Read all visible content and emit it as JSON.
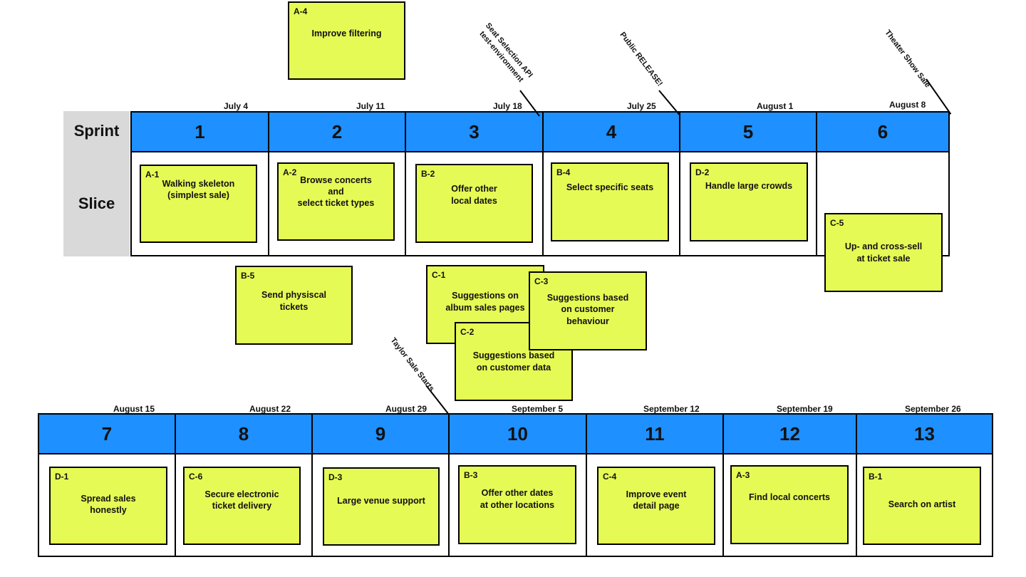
{
  "row_labels": {
    "sprint": "Sprint",
    "slice": "Slice"
  },
  "top_row": {
    "sprints": [
      {
        "number": "1",
        "date": "July 4"
      },
      {
        "number": "2",
        "date": "July 11"
      },
      {
        "number": "3",
        "date": "July 18"
      },
      {
        "number": "4",
        "date": "July 25"
      },
      {
        "number": "5",
        "date": "August 1"
      },
      {
        "number": "6",
        "date": "August 8"
      }
    ]
  },
  "bottom_row": {
    "sprints": [
      {
        "number": "7",
        "date": "August 15"
      },
      {
        "number": "8",
        "date": "August 22"
      },
      {
        "number": "9",
        "date": "August 29"
      },
      {
        "number": "10",
        "date": "September 5"
      },
      {
        "number": "11",
        "date": "September 12"
      },
      {
        "number": "12",
        "date": "September 19"
      },
      {
        "number": "13",
        "date": "September 26"
      }
    ]
  },
  "milestones": [
    {
      "text": "Seat Selection API\ntest-environment"
    },
    {
      "text": "Public RELEASE!"
    },
    {
      "text": "Theater Show Sale"
    },
    {
      "text": "Taylor Sale Starts"
    }
  ],
  "stickies": [
    {
      "code": "A-4",
      "text": "Improve filtering"
    },
    {
      "code": "A-1",
      "text": "Walking skeleton\n(simplest sale)"
    },
    {
      "code": "A-2",
      "text": "Browse concerts\nand\nselect ticket types"
    },
    {
      "code": "B-2",
      "text": "Offer other\nlocal dates"
    },
    {
      "code": "B-4",
      "text": "Select specific seats"
    },
    {
      "code": "D-2",
      "text": "Handle large crowds"
    },
    {
      "code": "C-5",
      "text": "Up- and cross-sell\nat ticket sale"
    },
    {
      "code": "B-5",
      "text": "Send physiscal\ntickets"
    },
    {
      "code": "C-1",
      "text": "Suggestions on\nalbum sales pages"
    },
    {
      "code": "C-2",
      "text": "Suggestions based\non customer data"
    },
    {
      "code": "C-3",
      "text": "Suggestions based\non customer\nbehaviour"
    },
    {
      "code": "D-1",
      "text": "Spread sales\nhonestly"
    },
    {
      "code": "C-6",
      "text": "Secure electronic\nticket delivery"
    },
    {
      "code": "D-3",
      "text": "Large venue support"
    },
    {
      "code": "B-3",
      "text": "Offer other dates\nat other locations"
    },
    {
      "code": "C-4",
      "text": "Improve event\ndetail page"
    },
    {
      "code": "A-3",
      "text": "Find local concerts"
    },
    {
      "code": "B-1",
      "text": "Search on artist"
    }
  ]
}
